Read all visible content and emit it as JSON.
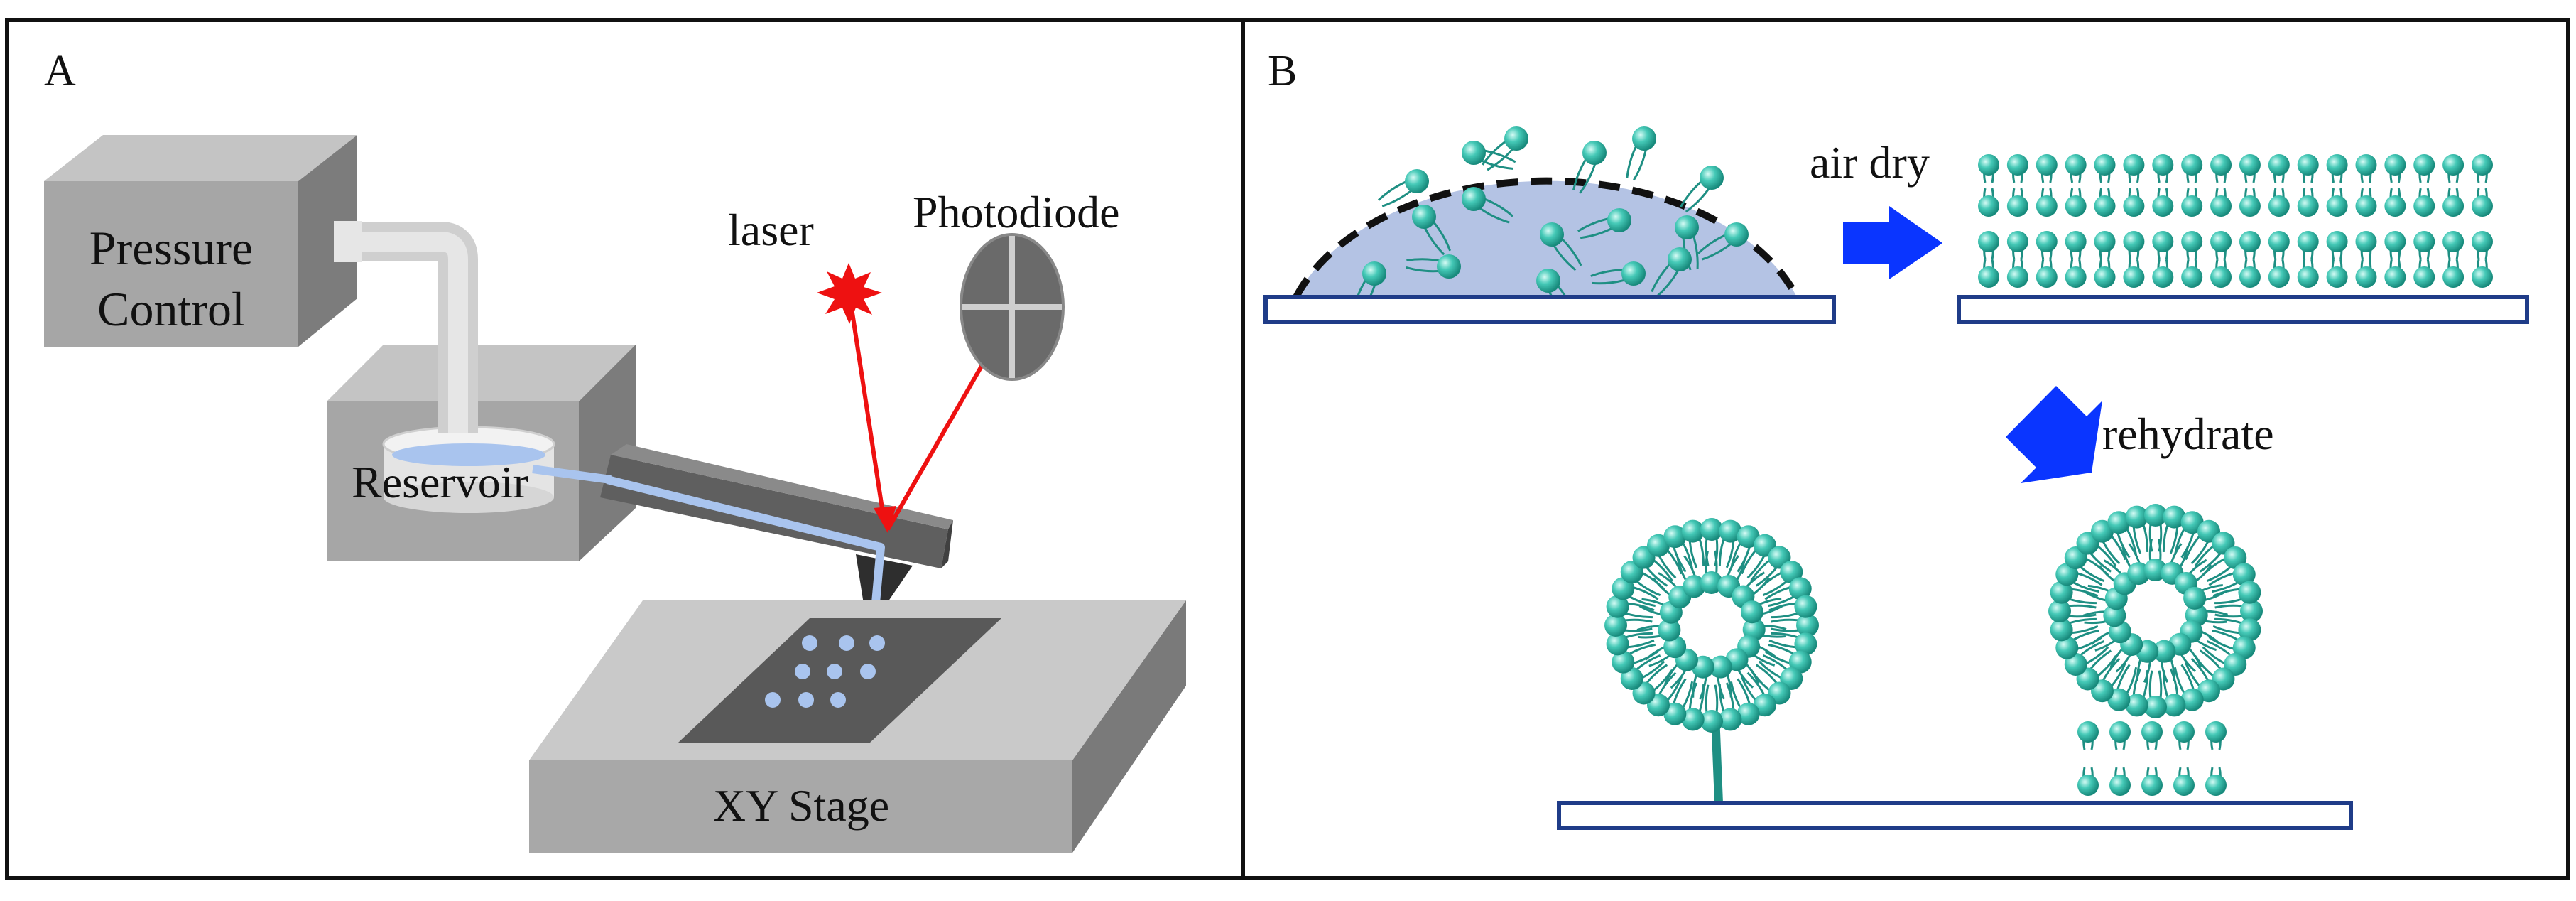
{
  "panel_a": {
    "label": "A",
    "pressure_control": [
      "Pressure",
      "Control"
    ],
    "reservoir": "Reservoir",
    "laser": "laser",
    "photodiode": "Photodiode",
    "xy_stage": "XY Stage"
  },
  "panel_b": {
    "label": "B",
    "step_air_dry": "air dry",
    "step_rehydrate": "rehydrate"
  },
  "colors": {
    "lipid_head": "#2fb5a4",
    "lipid_tail": "#1e8f83",
    "substrate_border": "#1f3c88",
    "arrow_blue": "#0a35ff",
    "laser_red": "#ee1111",
    "droplet_fill": "#b4c3e4",
    "box_gray": "#a6a6a6"
  }
}
